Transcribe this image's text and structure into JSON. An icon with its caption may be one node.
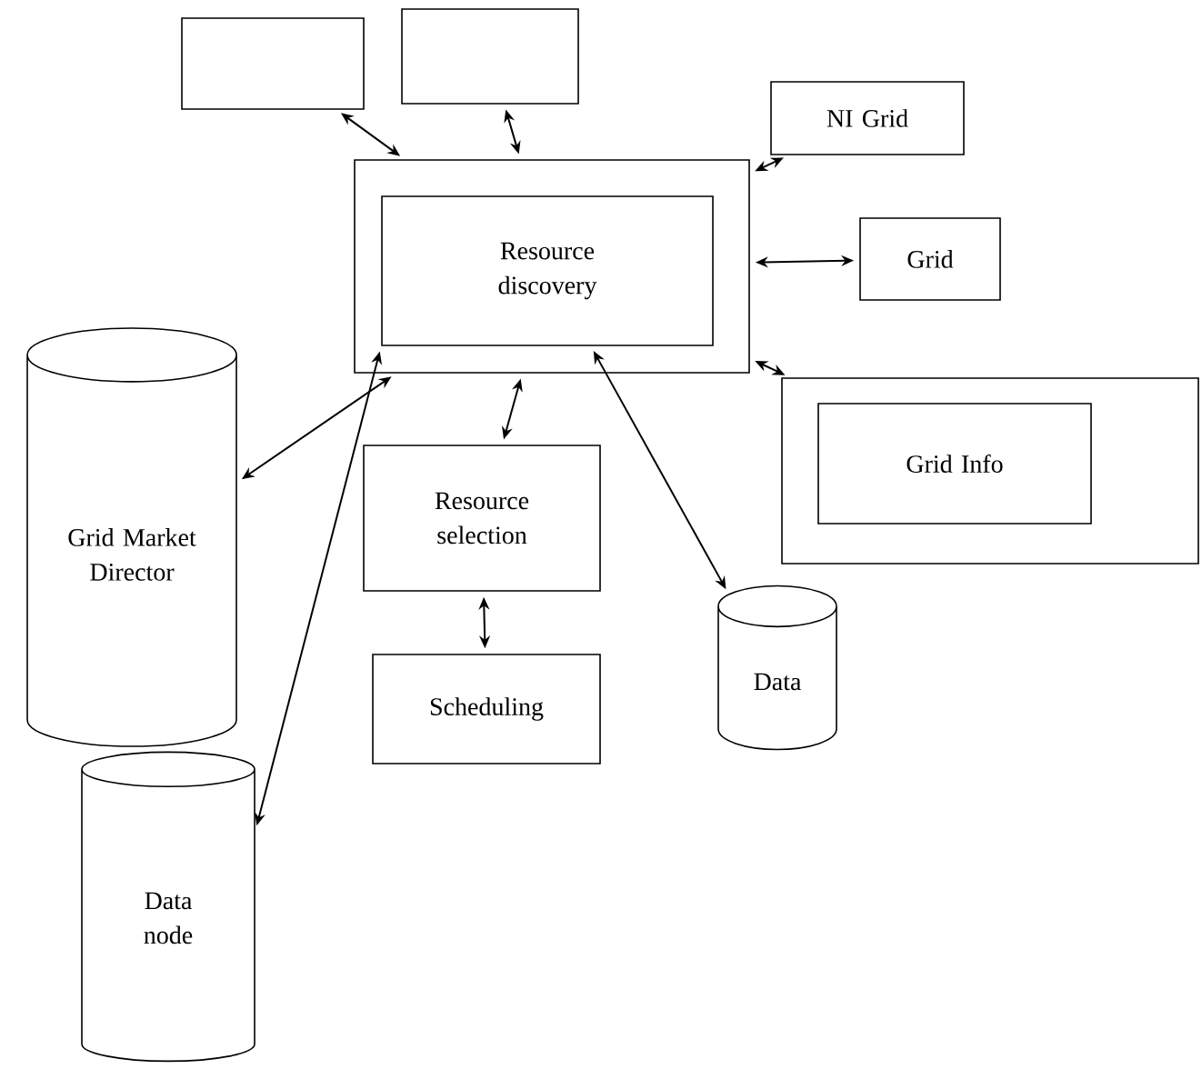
{
  "diagram": {
    "nodes": [
      {
        "text": [],
        "shape": "box"
      },
      {
        "text": [],
        "shape": "box"
      },
      {
        "text": [
          "NI Grid"
        ]
      },
      {
        "text": [],
        "shape": "box"
      },
      {
        "text": [
          "Resource discovery"
        ],
        "in": 3
      },
      {
        "text": [
          "Grid"
        ]
      },
      {
        "text": [],
        "shape": "box"
      },
      {
        "text": [
          "Grid Info"
        ],
        "in": 6
      },
      {
        "text": [
          "Grid Market Director"
        ]
      },
      {
        "text": [
          "Resource selection"
        ]
      },
      {
        "text": [
          "Data"
        ]
      },
      {
        "text": [
          "Scheduling"
        ]
      },
      {
        "text": [
          "Data node"
        ]
      }
    ],
    "edges": [
      {
        "from": 0,
        "to": 3,
        "arrow": "both"
      },
      {
        "from": 1,
        "to": 3,
        "arrow": "both"
      },
      {
        "from": 2,
        "to": 3,
        "arrow": "both"
      },
      {
        "from": 3,
        "to": 5,
        "arrow": "both"
      },
      {
        "from": 3,
        "to": 6,
        "arrow": "both"
      },
      {
        "from": 3,
        "to": 8,
        "arrow": "both"
      },
      {
        "from": 3,
        "to": 9,
        "arrow": "both"
      },
      {
        "from": 9,
        "to": 11,
        "arrow": "both"
      },
      {
        "from": 4,
        "to": 12,
        "arrow": "both"
      },
      {
        "from": 4,
        "to": 10,
        "arrow": "both"
      }
    ]
  }
}
